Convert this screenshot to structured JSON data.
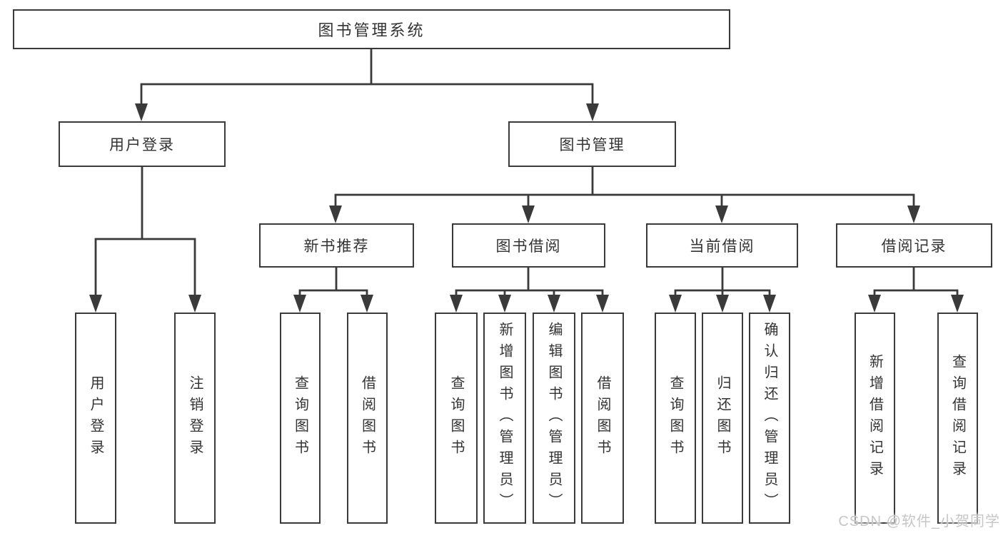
{
  "tree": {
    "root": {
      "label": "图书管理系统"
    },
    "branches": [
      {
        "label": "用户登录",
        "children": [
          {
            "label": "用户登录"
          },
          {
            "label": "注销登录"
          }
        ]
      },
      {
        "label": "图书管理",
        "children": [
          {
            "label": "新书推荐",
            "children": [
              {
                "label": "查询图书"
              },
              {
                "label": "借阅图书"
              }
            ]
          },
          {
            "label": "图书借阅",
            "children": [
              {
                "label": "查询图书"
              },
              {
                "label": "新增图书（管理员）"
              },
              {
                "label": "编辑图书（管理员）"
              },
              {
                "label": "借阅图书"
              }
            ]
          },
          {
            "label": "当前借阅",
            "children": [
              {
                "label": "查询图书"
              },
              {
                "label": "归还图书"
              },
              {
                "label": "确认归还（管理员）"
              }
            ]
          },
          {
            "label": "借阅记录",
            "children": [
              {
                "label": "新增借阅记录"
              },
              {
                "label": "查询借阅记录"
              }
            ]
          }
        ]
      }
    ]
  },
  "watermark": "CSDN @软件_小贺同学",
  "colors": {
    "line": "#3a3a3a",
    "text": "#333333",
    "wm": "#c6c6c6"
  }
}
